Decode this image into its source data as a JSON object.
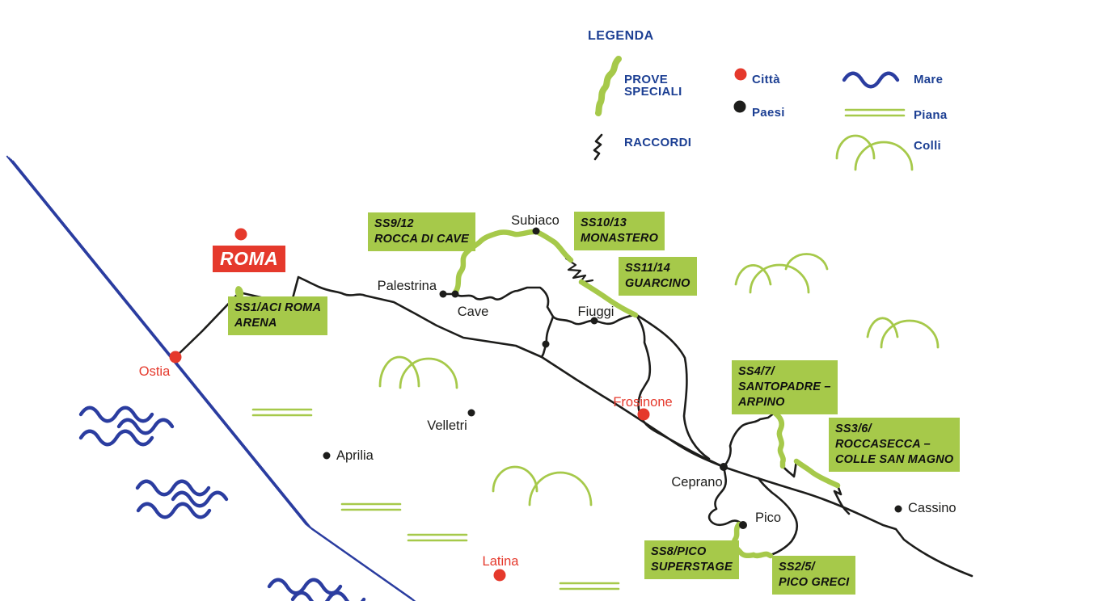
{
  "colors": {
    "stage_green": "#a6c94a",
    "city_red": "#e5392c",
    "sea_blue": "#2b3da0",
    "legend_navy": "#1c3f93",
    "road_black": "#1d1d1b"
  },
  "legend": {
    "title": "LEGENDA",
    "items": [
      {
        "id": "prove-speciali",
        "label": "PROVE\nSPECIALI",
        "icon": "green-stage-squiggle"
      },
      {
        "id": "raccordi",
        "label": "RACCORDI",
        "icon": "black-road-squiggle"
      },
      {
        "id": "citta",
        "label": "Città",
        "icon": "red-dot"
      },
      {
        "id": "paesi",
        "label": "Paesi",
        "icon": "black-dot"
      },
      {
        "id": "mare",
        "label": "Mare",
        "icon": "blue-wave"
      },
      {
        "id": "piana",
        "label": "Piana",
        "icon": "green-parallel-lines"
      },
      {
        "id": "colli",
        "label": "Colli",
        "icon": "green-hill-arcs"
      }
    ]
  },
  "capital": {
    "name": "ROMA"
  },
  "cities": [
    {
      "name": "Ostia"
    },
    {
      "name": "Frosinone"
    },
    {
      "name": "Latina"
    }
  ],
  "towns": [
    {
      "name": "Palestrina"
    },
    {
      "name": "Cave"
    },
    {
      "name": "Subiaco"
    },
    {
      "name": "Fiuggi"
    },
    {
      "name": "Velletri"
    },
    {
      "name": "Aprilia"
    },
    {
      "name": "Ceprano"
    },
    {
      "name": "Pico"
    },
    {
      "name": "Cassino"
    }
  ],
  "stages": [
    {
      "id": "ss1",
      "label": "SS1/ACI ROMA\nARENA"
    },
    {
      "id": "ss2-5",
      "label": "SS2/5/\nPICO GRECI"
    },
    {
      "id": "ss3-6",
      "label": "SS3/6/\nROCCASECCA –\nCOLLE SAN MAGNO"
    },
    {
      "id": "ss4-7",
      "label": "SS4/7/\nSANTOPADRE –\nARPINO"
    },
    {
      "id": "ss8",
      "label": "SS8/PICO\nSUPERSTAGE"
    },
    {
      "id": "ss9-12",
      "label": "SS9/12\nROCCA DI CAVE"
    },
    {
      "id": "ss10-13",
      "label": "SS10/13\nMONASTERO"
    },
    {
      "id": "ss11-14",
      "label": "SS11/14\nGUARCINO"
    }
  ]
}
